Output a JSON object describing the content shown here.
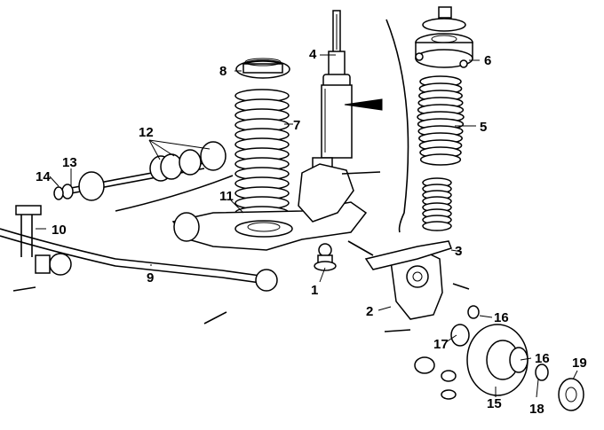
{
  "callouts": [
    {
      "id": "1",
      "text": "1"
    },
    {
      "id": "2",
      "text": "2"
    },
    {
      "id": "3",
      "text": "3"
    },
    {
      "id": "4",
      "text": "4"
    },
    {
      "id": "5",
      "text": "5"
    },
    {
      "id": "6",
      "text": "6"
    },
    {
      "id": "7",
      "text": "7"
    },
    {
      "id": "8",
      "text": "8"
    },
    {
      "id": "9",
      "text": "9"
    },
    {
      "id": "10",
      "text": "10"
    },
    {
      "id": "11",
      "text": "11"
    },
    {
      "id": "12",
      "text": "12"
    },
    {
      "id": "13",
      "text": "13"
    },
    {
      "id": "14",
      "text": "14"
    },
    {
      "id": "15",
      "text": "15"
    },
    {
      "id": "16a",
      "text": "16"
    },
    {
      "id": "16b",
      "text": "16"
    },
    {
      "id": "17",
      "text": "17"
    },
    {
      "id": "18",
      "text": "18"
    },
    {
      "id": "19",
      "text": "19"
    }
  ]
}
